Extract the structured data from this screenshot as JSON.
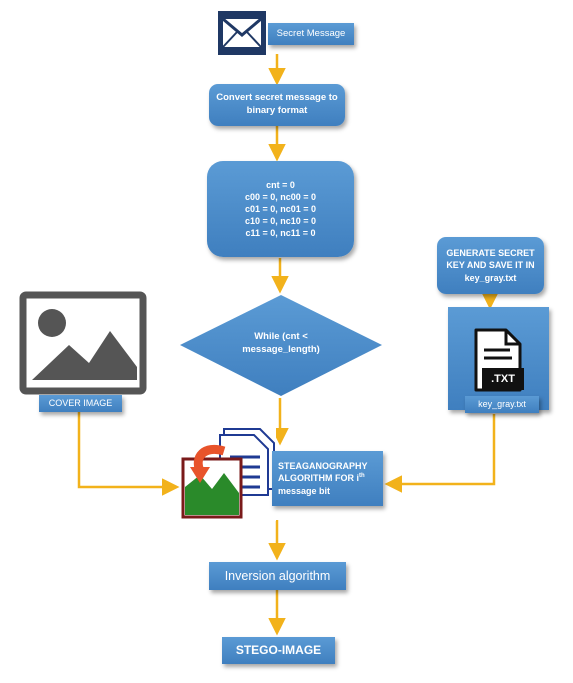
{
  "nodes": {
    "secret_message": "Secret Message",
    "convert": "Convert secret message to binary format",
    "counters": [
      "cnt = 0",
      "c00 = 0, nc00 = 0",
      "c01 = 0, nc01 = 0",
      "c10 = 0, nc10 = 0",
      "c11 = 0, nc11 = 0"
    ],
    "while": "While (cnt < message_length)",
    "generate_key": "GENERATE SECRET KEY AND SAVE IT IN key_gray.txt",
    "key_file_label": "key_gray.txt",
    "txt_icon_text": ".TXT",
    "cover_image": "COVER IMAGE",
    "stego_algorithm_prefix": "STEAGANOGRAPHY ALGORITHM FOR i",
    "stego_algorithm_sup": "th",
    "stego_algorithm_suffix": "message bit",
    "inversion": "Inversion algorithm",
    "stego_image": "STEGO-IMAGE"
  },
  "colors": {
    "box": "#4a8ac8",
    "arrow": "#f2b21b",
    "icon_dark": "#555555",
    "envelope": "#1f3864"
  },
  "icons": [
    "envelope-icon",
    "image-placeholder-icon",
    "txt-file-icon",
    "steganography-icon"
  ]
}
